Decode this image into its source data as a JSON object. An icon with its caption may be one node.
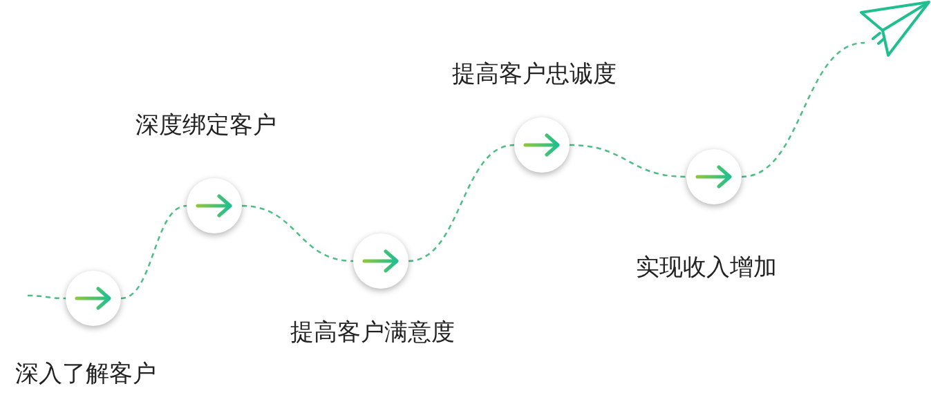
{
  "diagram": {
    "nodes": [
      {
        "text": [],
        "shape": "circle",
        "beside": [
          "深入了解客户"
        ]
      },
      {
        "text": [],
        "shape": "circle",
        "beside": [
          "深度绑定客户"
        ]
      },
      {
        "text": [],
        "shape": "circle",
        "beside": [
          "提高客户满意度"
        ]
      },
      {
        "text": [],
        "shape": "circle",
        "beside": [
          "提高客户忠诚度"
        ]
      },
      {
        "text": [],
        "shape": "circle",
        "beside": [
          "实现收入增加"
        ]
      },
      {
        "text": [],
        "shape": "picture"
      }
    ],
    "edges": [
      {
        "from": null,
        "to": 0,
        "arrow": "none",
        "style": "dashed"
      },
      {
        "from": 0,
        "to": 1,
        "arrow": "none",
        "style": "dashed"
      },
      {
        "from": 1,
        "to": 2,
        "arrow": "none",
        "style": "dashed"
      },
      {
        "from": 2,
        "to": 3,
        "arrow": "none",
        "style": "dashed"
      },
      {
        "from": 3,
        "to": 4,
        "arrow": "none",
        "style": "dashed"
      },
      {
        "from": 4,
        "to": 5,
        "arrow": "none",
        "style": "dashed"
      }
    ]
  }
}
